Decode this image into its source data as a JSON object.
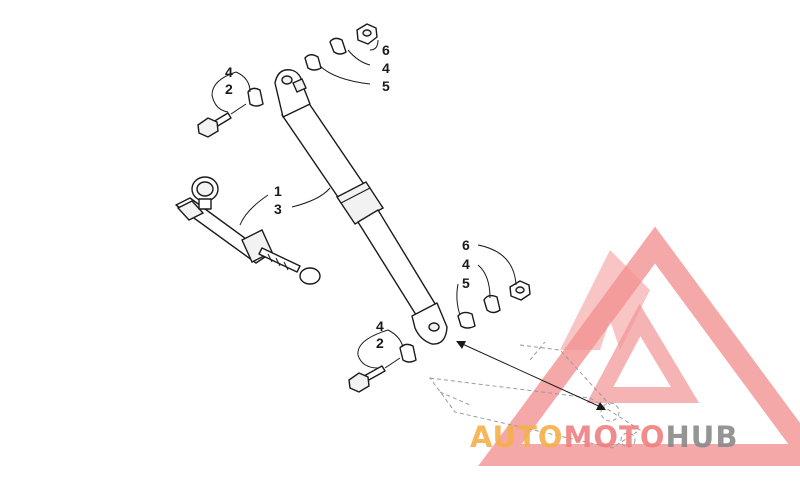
{
  "callouts": {
    "top_right": {
      "six": "6",
      "four": "4",
      "five": "5"
    },
    "top_left": {
      "four": "4",
      "two": "2"
    },
    "middle": {
      "one": "1",
      "three": "3"
    },
    "bottom_left": {
      "four": "4",
      "two": "2"
    },
    "bottom_right": {
      "six": "6",
      "four": "4",
      "five": "5"
    }
  },
  "watermark": {
    "part1": "AUTO",
    "part2": "MOTO",
    "part3": "HUB",
    "colors": {
      "auto": "#f5b04a",
      "moto": "#f08080",
      "hub": "#8a8a8a",
      "logo": "#f08080"
    }
  }
}
